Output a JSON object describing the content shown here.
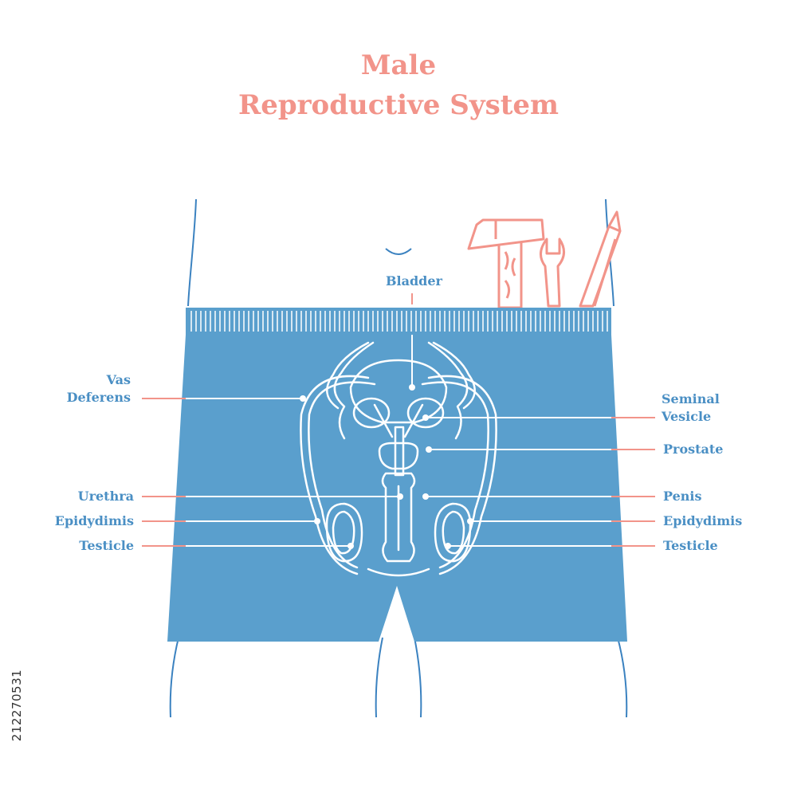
{
  "title": {
    "line1": "Male",
    "line2": "Reproductive System"
  },
  "labels": {
    "bladder": "Bladder",
    "vas_deferens_line1": "Vas",
    "vas_deferens_line2": "Deferens",
    "seminal_vesicle_line1": "Seminal",
    "seminal_vesicle_line2": "Vesicle",
    "prostate": "Prostate",
    "urethra": "Urethra",
    "penis": "Penis",
    "epidydimis_left": "Epidydimis",
    "epidydimis_right": "Epidydimis",
    "testicle_left": "Testicle",
    "testicle_right": "Testicle"
  },
  "stock_id": "212270531",
  "colors": {
    "title": "#f2948a",
    "label_text": "#4a8fc4",
    "shorts": "#5a9fcd",
    "outline": "#3b82c0",
    "organ_line": "#ffffff",
    "leader_line": "#f2948a",
    "tools": "#f2948a"
  },
  "icons": [
    "hammer-icon",
    "wrench-icon",
    "pencil-icon"
  ]
}
